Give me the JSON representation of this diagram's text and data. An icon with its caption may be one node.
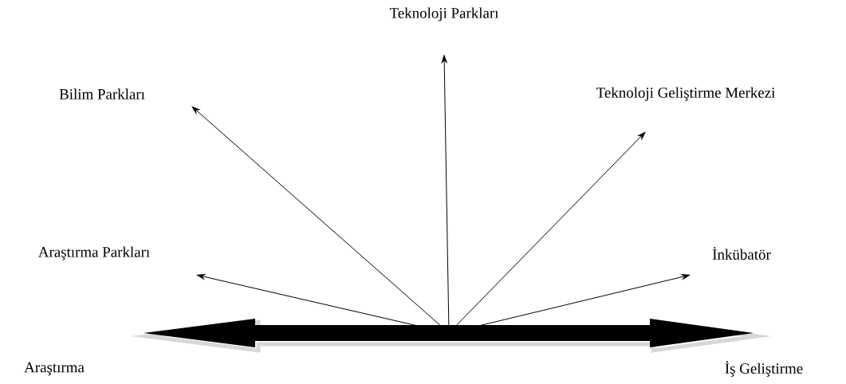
{
  "diagram": {
    "nodes": [
      {
        "text": [
          "Teknoloji Parkları"
        ]
      },
      {
        "text": [
          "Bilim Parkları"
        ]
      },
      {
        "text": [
          "Teknoloji Geliştirme Merkezi"
        ]
      },
      {
        "text": [
          "Araştırma Parkları"
        ]
      },
      {
        "text": [
          "İnkübatör"
        ]
      },
      {
        "text": [
          "Araştırma"
        ]
      },
      {
        "text": [
          "İş Geliştirme"
        ]
      }
    ],
    "edges": [
      {
        "from": null,
        "to": 0,
        "arrow": "to"
      },
      {
        "from": null,
        "to": 1,
        "arrow": "to"
      },
      {
        "from": null,
        "to": 2,
        "arrow": "to"
      },
      {
        "from": null,
        "to": 3,
        "arrow": "to"
      },
      {
        "from": null,
        "to": 4,
        "arrow": "to"
      },
      {
        "from": 5,
        "to": 6,
        "arrow": "both",
        "style": "thick"
      }
    ]
  }
}
